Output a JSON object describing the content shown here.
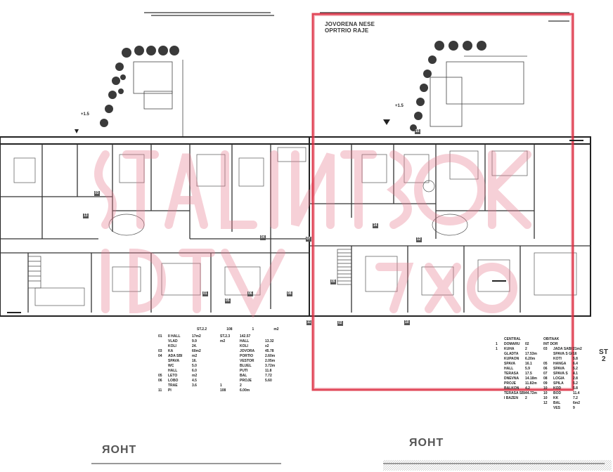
{
  "plan": {
    "apartment_header_line1": "JOVORENA NESE",
    "apartment_header_line2": "OPRTRIO RAJE",
    "level_mark_left": "+1.5",
    "level_mark_right": "+1.5",
    "room_numbers": [
      "01",
      "02",
      "03",
      "04",
      "05",
      "06",
      "07",
      "08",
      "09",
      "10",
      "11",
      "12",
      "13",
      "14",
      "15"
    ],
    "left_table": {
      "head": [
        "ST.2.2",
        "108",
        "1",
        "m2"
      ],
      "rows": [
        [
          "01",
          "II HALL",
          "17m2",
          "ST.2.3",
          "142.57"
        ],
        [
          "",
          "VLAD",
          "9.9",
          "m2",
          "HALL",
          "13.32"
        ],
        [
          "",
          "KOLI",
          "24.",
          "",
          "KOLI",
          "x2"
        ],
        [
          "03",
          "KA",
          "60m2",
          "",
          "JOVORA",
          "45.78"
        ],
        [
          "04",
          "ADA SBI",
          "m2",
          "",
          "PORTIO",
          "2.60m"
        ],
        [
          "",
          "SPAVA",
          "16.",
          "",
          "VESTOR",
          "2.05m"
        ],
        [
          "",
          "WC",
          "5.0",
          "",
          "BLUEL",
          "3.72m"
        ],
        [
          "",
          "HALL",
          "6.0",
          "",
          "PUTI",
          "11.8"
        ],
        [
          "05",
          "LETO",
          "m2",
          "",
          "BAL",
          "7.72"
        ],
        [
          "06",
          "LOBO",
          "4.5",
          "",
          "PROJE",
          "5.60"
        ],
        [
          "",
          "TRAE",
          "3.6",
          "1",
          "2",
          ""
        ],
        [
          "11",
          "PI",
          "",
          "108",
          "6.00m"
        ]
      ]
    },
    "right_table": {
      "rows": [
        [
          "",
          "CENTRAL",
          "",
          "OBITAAK"
        ],
        [
          "1",
          "DOMARU",
          "02",
          "INT DOR"
        ],
        [
          "1",
          "KUHA",
          "2",
          "03",
          "JADA SABI",
          "21m2"
        ],
        [
          "",
          "GLADTA",
          "17.53m",
          "",
          "SPAVA S GI",
          "16"
        ],
        [
          "",
          "KUPAON",
          "6.20m",
          "",
          "KOTI",
          "5.8"
        ],
        [
          "",
          "SPAVA",
          "16.1",
          "05",
          "HANGA",
          "6.4"
        ],
        [
          "",
          "HALL",
          "5.9",
          "06",
          "SPAVA",
          "5.2"
        ],
        [
          "",
          "TERASA",
          "17.5",
          "07",
          "SPAVA S",
          "4.1"
        ],
        [
          "",
          "DNEVNA",
          "14.18m",
          "08",
          "LOGIA",
          "2.8"
        ],
        [
          "",
          "PROJE",
          "11.82m",
          "09",
          "SPILA",
          "5.2"
        ],
        [
          "",
          "BALKON",
          "4.2",
          "10",
          "KOD",
          "5.8"
        ],
        [
          "",
          "TERASA SBI",
          "44.72m",
          "10",
          "BOD",
          "11.4"
        ],
        [
          "",
          "I BAZEN",
          "2",
          "10",
          "KK",
          "7.2"
        ],
        [
          "",
          "",
          "",
          "12",
          "BAL",
          "6m2"
        ],
        [
          "",
          "",
          "",
          "",
          "VES",
          "9"
        ]
      ]
    },
    "logo_left": "ЯOHT",
    "logo_right": "ЯOHT",
    "side_code_right": "ST",
    "side_code_right_2": "2"
  }
}
